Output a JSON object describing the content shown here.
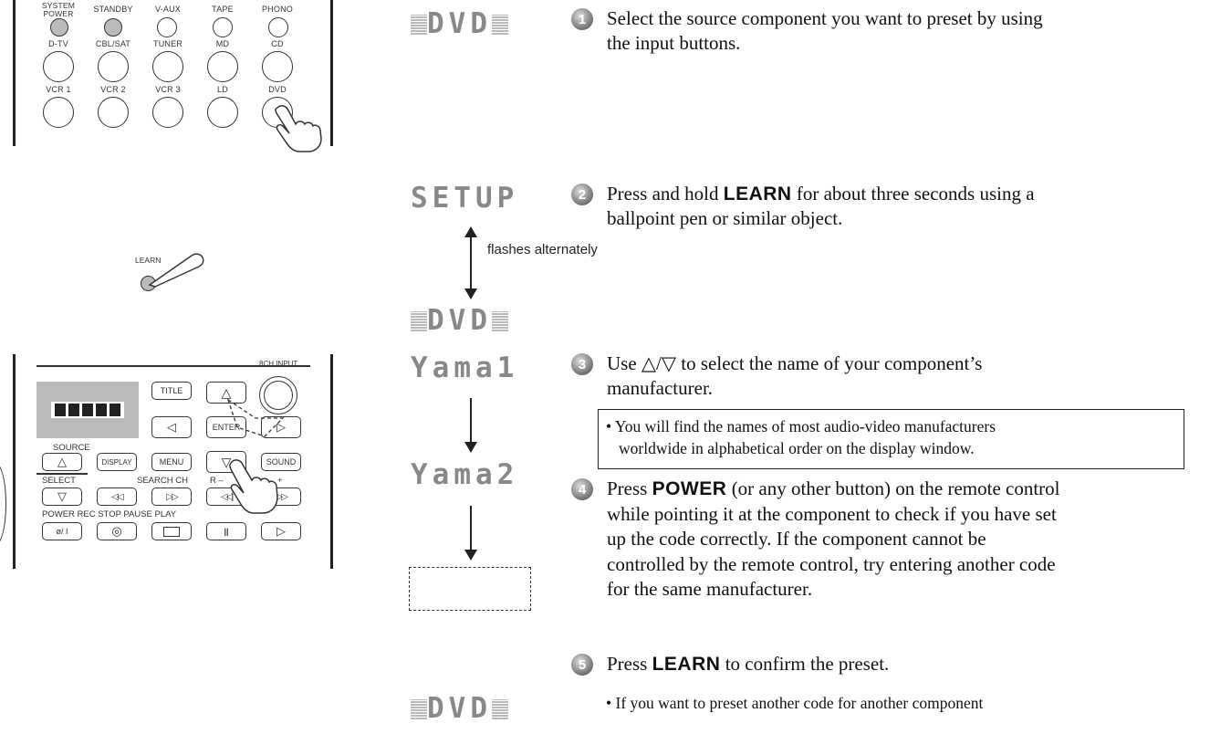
{
  "top_remote": {
    "row1": [
      "SYSTEM POWER",
      "STANDBY",
      "V-AUX",
      "TAPE",
      "PHONO"
    ],
    "row2": [
      "D-TV",
      "CBL/SAT",
      "TUNER",
      "MD",
      "CD"
    ],
    "row3": [
      "VCR 1",
      "VCR 2",
      "VCR 3",
      "LD",
      "DVD"
    ]
  },
  "learn_label": "LEARN",
  "bottom_remote": {
    "input_label": "8CH INPUT",
    "title_btn": "TITLE",
    "enter_btn": "ENTER",
    "source_label": "SOURCE",
    "display_btn": "DISPLAY",
    "menu_btn": "MENU",
    "sound_btn": "SOUND",
    "select_label": "SELECT",
    "search_label": "SEARCH CH",
    "r_minus": "R –",
    "plus": "+",
    "transport_label": "POWER REC STOP PAUSE PLAY",
    "power_btn": "ø/ I"
  },
  "displays": {
    "dvd1": "DVD",
    "setup": "SETUP",
    "flashes": "flashes alternately",
    "dvd2": "DVD",
    "yama1": "Yama1",
    "yama2": "Yama2",
    "dvd3": "DVD"
  },
  "steps": [
    {
      "num": "1",
      "text_a": "Select the source component you want to preset by using",
      "text_b": "the input buttons."
    },
    {
      "num": "2",
      "pre": "Press and hold ",
      "key": "LEARN",
      "post": " for about three seconds using a",
      "line2": "ballpoint pen or similar object."
    },
    {
      "num": "3",
      "pre": "Use △/▽ to select the name of your component’s",
      "line2": "manufacturer."
    },
    {
      "num": "4",
      "pre": "Press ",
      "key": "POWER",
      "post": " (or any other button) on the remote control",
      "lines": [
        "while pointing it at the component to check if you have set",
        "up the code correctly. If the component cannot be",
        "controlled by the remote control, try entering another code",
        "for the same manufacturer."
      ]
    },
    {
      "num": "5",
      "pre": "Press ",
      "key": "LEARN",
      "post": " to confirm the preset."
    }
  ],
  "note3": [
    "• You will find the names of most audio-video manufacturers",
    "worldwide in alphabetical order on the display window."
  ],
  "note5": "• If you want to preset another code for another component"
}
